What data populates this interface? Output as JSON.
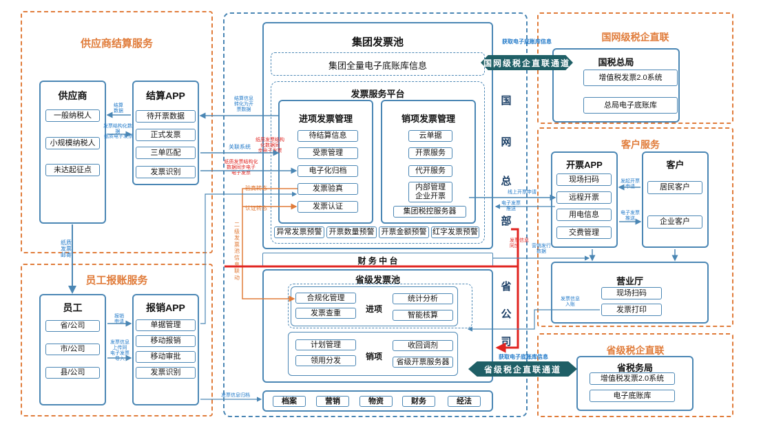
{
  "supplier_settlement": {
    "title": "供应商结算服务",
    "supplier": {
      "title": "供应商",
      "items": [
        "一般纳税人",
        "小规模纳税人",
        "未达起征点"
      ]
    },
    "settle_app": {
      "title": "结算APP",
      "items": [
        "待开票数据",
        "正式发票",
        "三单匹配",
        "发票识别"
      ]
    },
    "note_settle_data": "结算\n数据",
    "note_struct_invoice": "发票结构化数据",
    "note_paper_invoice": "纸质电子发票",
    "note_paper_mail": "纸质\n发票\n邮寄"
  },
  "employee_reimbursement": {
    "title": "员工报账服务",
    "employee": {
      "title": "员工",
      "items": [
        "省/公司",
        "市/公司",
        "县/公司"
      ]
    },
    "reimburse_app": {
      "title": "报销APP",
      "items": [
        "单据管理",
        "移动报销",
        "移动审批",
        "发票识别"
      ]
    },
    "note_reimburse_apply": "报销\n申请",
    "note_upload": "发票信息\n上传同\n电子发票\n导入"
  },
  "group_pool": {
    "title": "集团发票池",
    "full_info": "集团全量电子底账库信息",
    "platform": {
      "title": "发票服务平台",
      "input": {
        "title": "进项发票管理",
        "items": [
          "待结算信息",
          "受票管理",
          "电子化归档",
          "发票验真",
          "发票认证"
        ]
      },
      "output": {
        "title": "销项发票管理",
        "items": [
          "云单据",
          "开票服务",
          "代开服务",
          "内部管理\n企业开票",
          "集团税控服务器"
        ]
      },
      "alerts": [
        "异常发票预警",
        "开票数量预警",
        "开票金额预警",
        "红字发票预警"
      ]
    }
  },
  "finance_center": "财 务 中 台",
  "provincial_pool": {
    "title": "省级发票池",
    "input_label": "进项",
    "output_label": "销项",
    "input_items": [
      "合规化管理",
      "发票查重",
      "统计分析",
      "智能核算"
    ],
    "output_items": [
      "计划管理",
      "领用分发",
      "收回调剂",
      "省级开票服务器"
    ]
  },
  "bottom_systems": [
    "档案",
    "营销",
    "物资",
    "财务",
    "经法"
  ],
  "hq_vertical": [
    "国",
    "网",
    "总",
    "部"
  ],
  "prov_vertical": [
    "省",
    "公",
    "司"
  ],
  "national_tax": {
    "title": "国网级税企直联",
    "bureau": "国税总局",
    "items": [
      "增值税发票2.0系统",
      "总局电子底账库"
    ],
    "channel": "国网级税企直联通道",
    "note_get": "获取电子底账库信息"
  },
  "customer_service": {
    "title": "客户服务",
    "app": {
      "title": "开票APP",
      "items": [
        "现场扫码",
        "远程开票",
        "用电信息",
        "交费管理"
      ]
    },
    "customer": {
      "title": "客户",
      "items": [
        "居民客户",
        "企业客户"
      ]
    },
    "hall": {
      "title": "营业厅",
      "items": [
        "现场扫码",
        "发票打印"
      ]
    },
    "note_apply": "发起开票\n申请",
    "note_einvoice": "电子发票\n推送",
    "note_online": "线上开票申请",
    "note_push": "电子发票\n推送",
    "note_hall_push": "营销发行\n数据",
    "note_hall_print": "发票信息\n入账"
  },
  "provincial_tax": {
    "title": "省级税企直联",
    "bureau": "省税务局",
    "items": [
      "增值税发票2.0系统",
      "电子底账库"
    ],
    "channel": "省级税企直联通道",
    "note_get": "获取电子底账库信息"
  },
  "flow_notes": {
    "settle_struct": "结算信息\n转化为开\n票数据",
    "related_system": "关联系统",
    "red_structure": "纸质发票结构\n化数据同\n步电子发票",
    "red_electronic": "纸质发票结构化\n数据同步电子\n电子发票",
    "verify": "验真转态",
    "certify": "认证转态",
    "second_pool": "二\n级\n发\n票\n池\n信\n息\n联\n动",
    "red_sync": "发票信息\n同步",
    "archive_sync": "发票信息归档"
  },
  "colors": {
    "orange": "#e07b39",
    "blue": "#4a86b4",
    "red": "#e0231f",
    "teal": "#1f5f66"
  }
}
